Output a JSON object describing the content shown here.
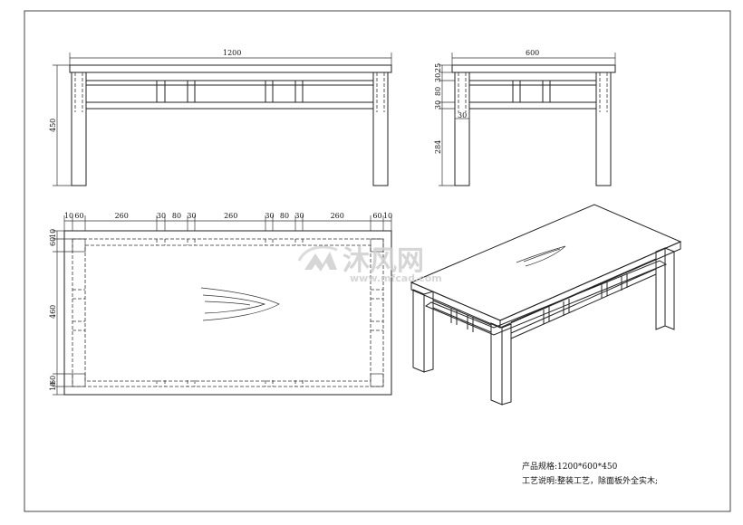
{
  "dimensions": {
    "front_length": "1200",
    "front_height": "450",
    "side_width": "600",
    "side_top": "25",
    "side_30a": "30",
    "side_80": "80",
    "side_30b": "30",
    "side_leg_w": "30",
    "side_284": "284",
    "plan_top": [
      "10",
      "60",
      "260",
      "30",
      "80",
      "30",
      "260",
      "30",
      "80",
      "30",
      "260",
      "60",
      "10"
    ],
    "plan_left_top": "60",
    "plan_left_top2": "10",
    "plan_left_mid": "460",
    "plan_left_bot": "10",
    "plan_left_bot2": "60"
  },
  "watermark": {
    "brand": "沐风网",
    "url": "www.mfcad.com"
  },
  "notes": {
    "spec_label": "产品规格:1200*600*450",
    "craft_label": "工艺说明:整装工艺，除面板外全实木;"
  }
}
